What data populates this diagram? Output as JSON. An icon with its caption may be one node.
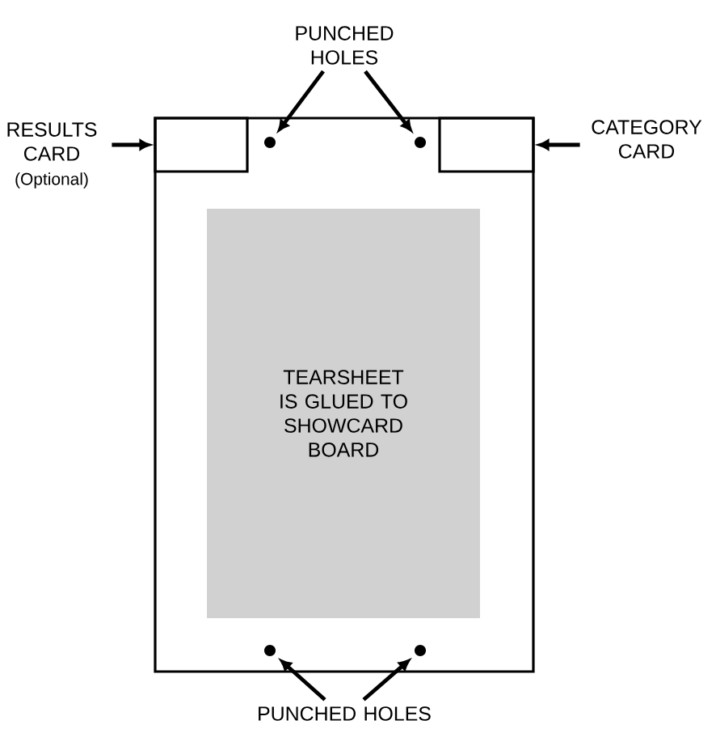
{
  "diagram": {
    "nodes": [
      {
        "text": [
          "PUNCHED HOLES"
        ]
      },
      {
        "text": [
          "RESULTS CARD",
          "(Optional)"
        ]
      },
      {
        "text": [
          "CATEGORY CARD"
        ]
      },
      {
        "text": [],
        "shape": "box"
      },
      {
        "text": [],
        "shape": "box",
        "in": 3
      },
      {
        "text": [],
        "shape": "box",
        "in": 3
      },
      {
        "text": [],
        "shape": "circle",
        "in": 3
      },
      {
        "text": [],
        "shape": "circle",
        "in": 3
      },
      {
        "text": [
          "TEARSHEET IS GLUED TO SHOWCARD BOARD"
        ],
        "in": 3
      },
      {
        "text": [],
        "shape": "circle",
        "in": 3
      },
      {
        "text": [],
        "shape": "circle",
        "in": 3
      },
      {
        "text": [
          "PUNCHED HOLES"
        ]
      }
    ],
    "edges": [
      {
        "from": 0,
        "to": 6,
        "arrow": "to"
      },
      {
        "from": 0,
        "to": 7,
        "arrow": "to"
      },
      {
        "from": 1,
        "to": 4,
        "arrow": "to"
      },
      {
        "from": 2,
        "to": 5,
        "arrow": "to"
      },
      {
        "from": 11,
        "to": 9,
        "arrow": "to"
      },
      {
        "from": 11,
        "to": 10,
        "arrow": "to"
      }
    ]
  }
}
